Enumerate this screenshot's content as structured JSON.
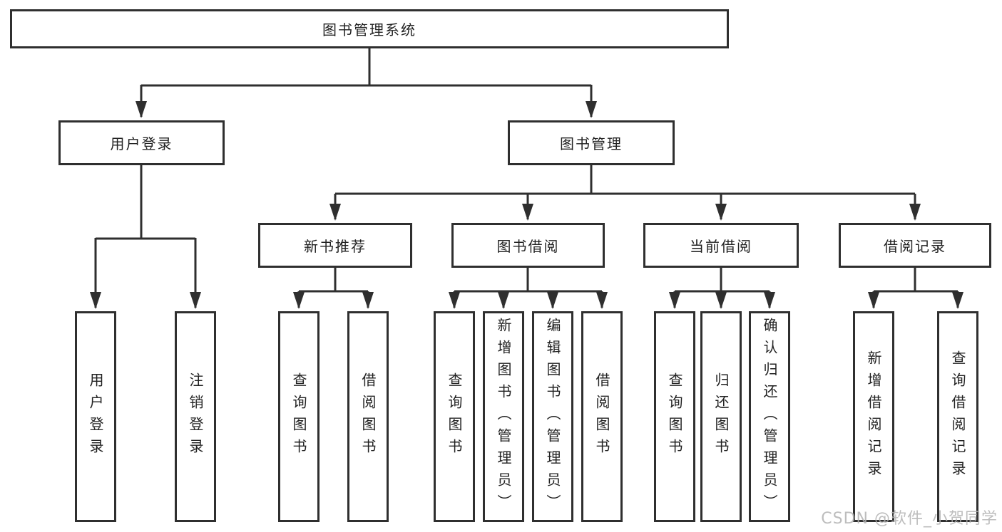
{
  "nodes": {
    "root": "图书管理系统",
    "level2": {
      "user_login": "用户登录",
      "book_mgmt": "图书管理"
    },
    "level3": {
      "new_book": "新书推荐",
      "book_borrow": "图书借阅",
      "current_borrow": "当前借阅",
      "borrow_record": "借阅记录"
    },
    "leaves": {
      "user_login": "用户登录",
      "logout": "注销登录",
      "nb_query": "查询图书",
      "nb_borrow": "借阅图书",
      "bb_query": "查询图书",
      "bb_add": "新增图书（管理员）",
      "bb_edit": "编辑图书（管理员）",
      "bb_borrow": "借阅图书",
      "cb_query": "查询图书",
      "cb_return": "归还图书",
      "cb_confirm": "确认归还（管理员）",
      "br_add": "新增借阅记录",
      "br_query": "查询借阅记录"
    }
  },
  "watermark": "CSDN @软件_小贺同学",
  "colors": {
    "line": "#2f2f2f",
    "text": "#222222",
    "watermark": "#b2b2b2",
    "background": "#ffffff"
  }
}
